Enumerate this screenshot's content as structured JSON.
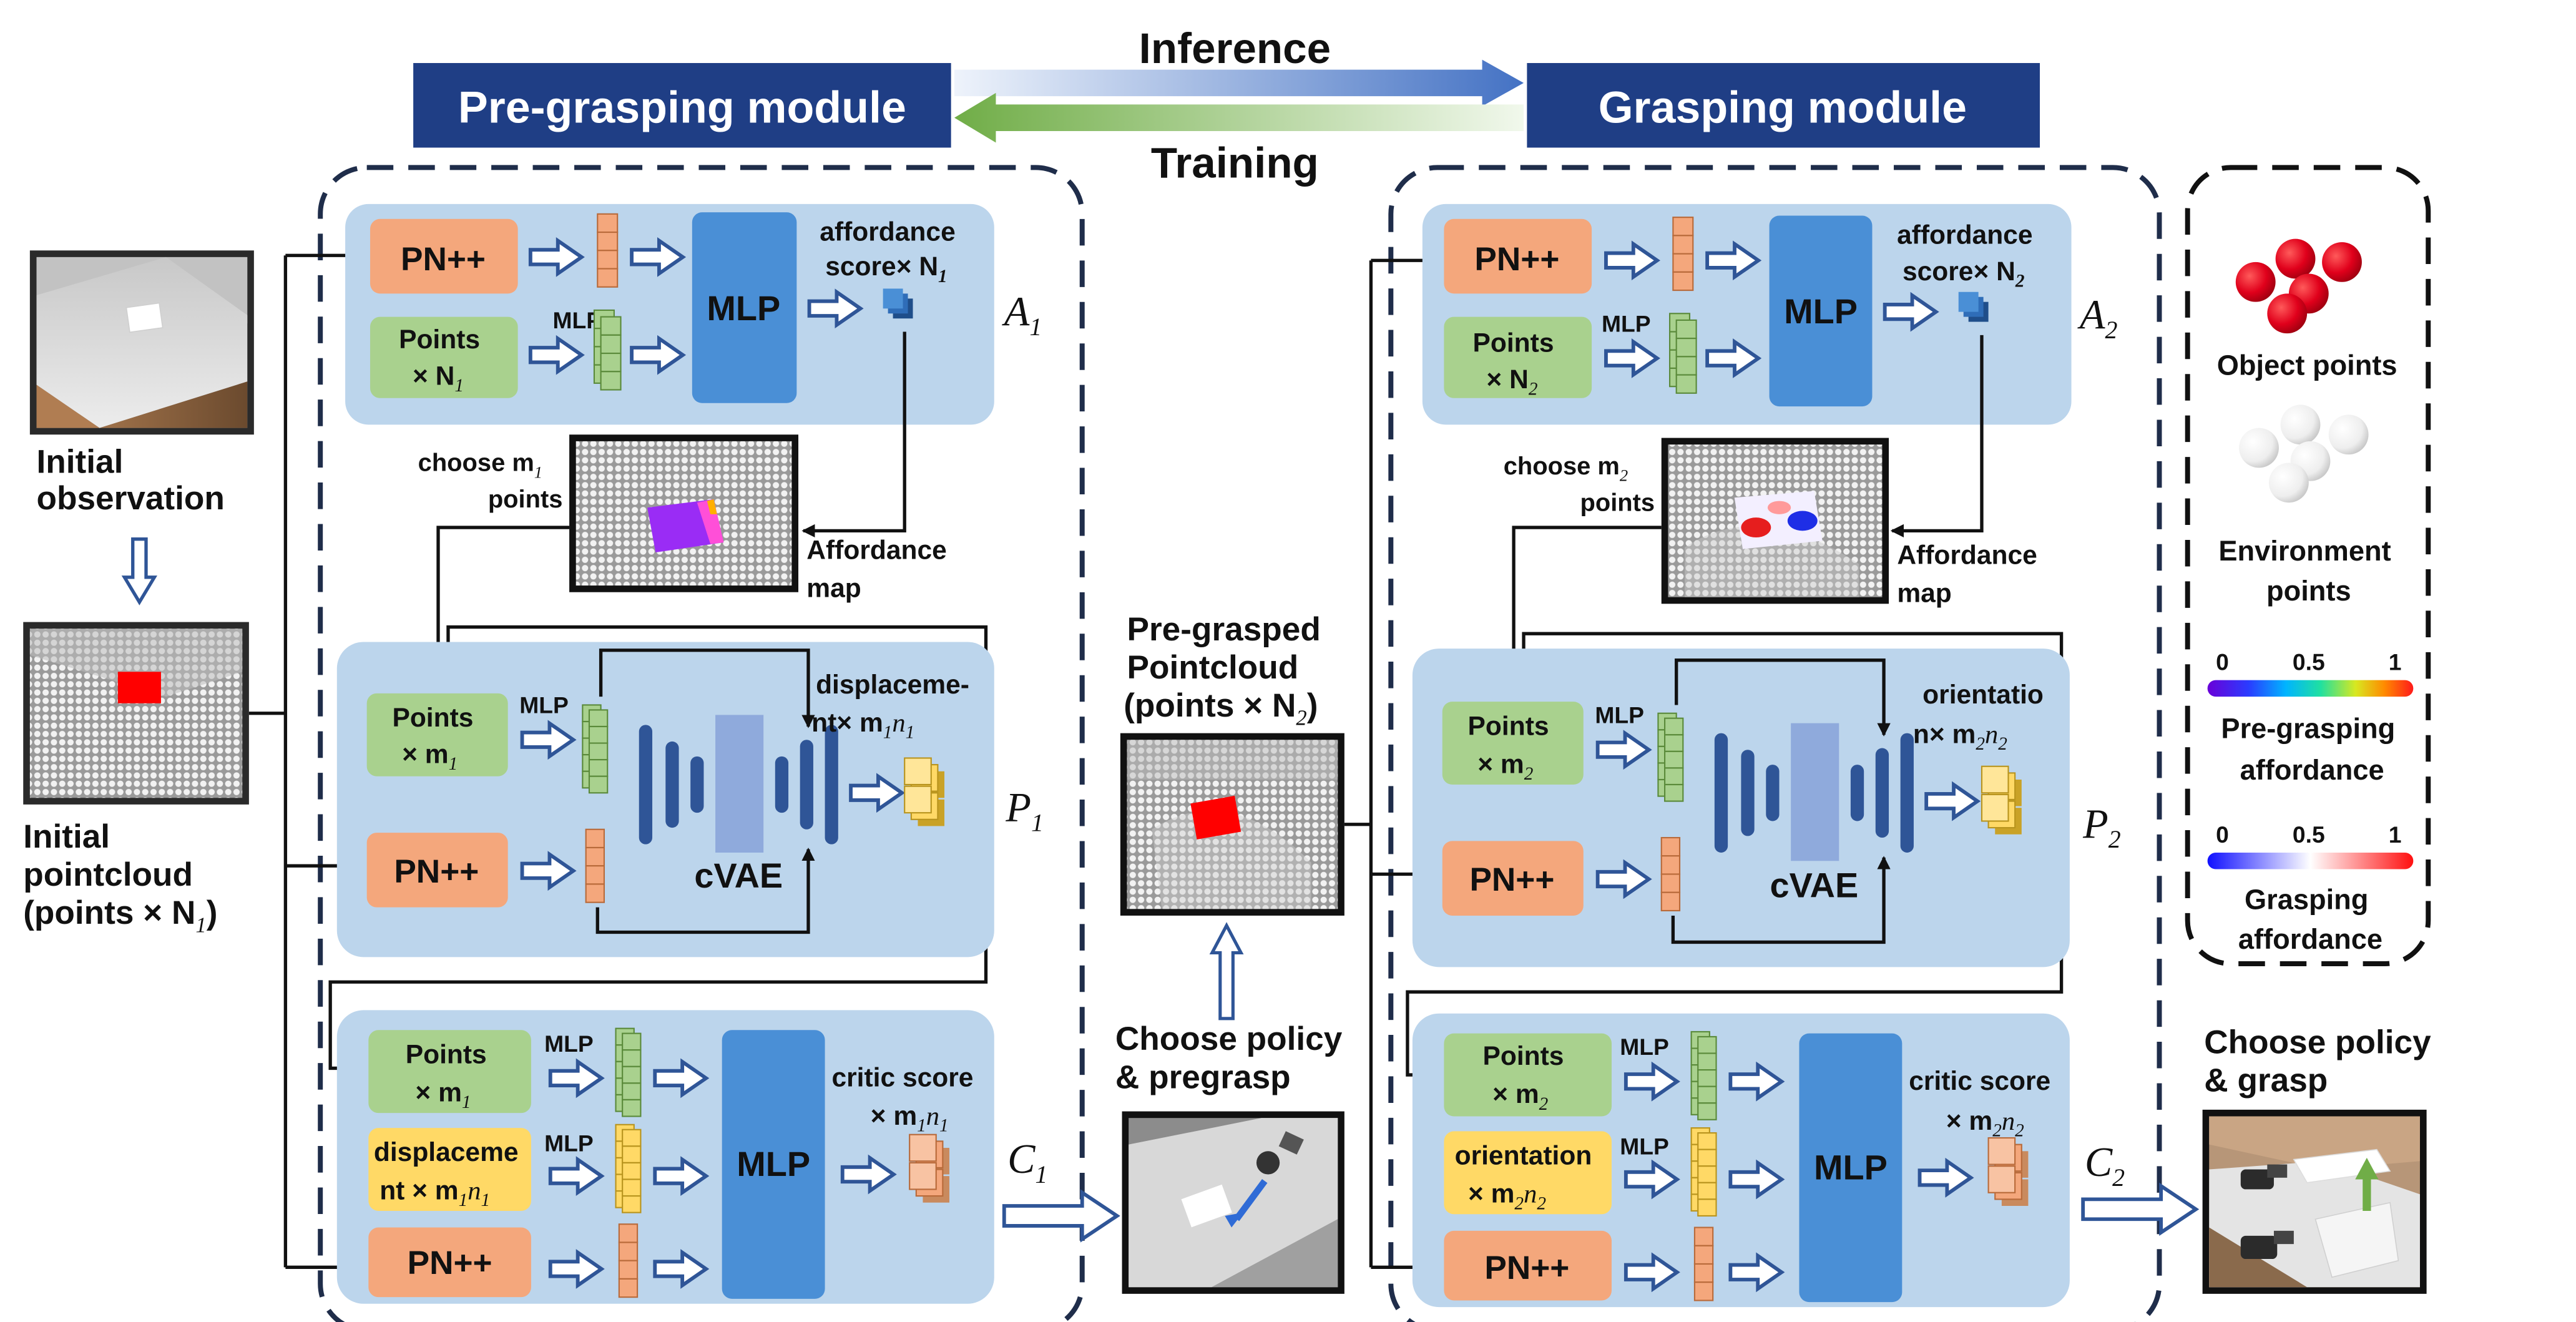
{
  "header": {
    "pre_module": "Pre-grasping module",
    "grasp_module": "Grasping module",
    "inference": "Inference",
    "training": "Training"
  },
  "left_column": {
    "initial_observation": [
      "Initial",
      "observation"
    ],
    "initial_pointcloud": [
      "Initial",
      "pointcloud",
      "(points × N",
      "1",
      ")"
    ]
  },
  "pre": {
    "a_module": {
      "pn": "PN++",
      "points": [
        "Points",
        "× N",
        "1"
      ],
      "mlp_label": "MLP",
      "mlp_block": "MLP",
      "output": [
        "affordance",
        "score× N",
        "1"
      ],
      "symbol": "A",
      "sub": "1"
    },
    "choose": [
      "choose m",
      "1",
      "points"
    ],
    "aff_map": [
      "Affordance",
      "map"
    ],
    "p_module": {
      "points": [
        "Points",
        "× m",
        "1"
      ],
      "mlp_label": "MLP",
      "pn": "PN++",
      "cvae": "cVAE",
      "output": [
        "displaceme-",
        "nt× m",
        "1",
        "n",
        "1"
      ],
      "symbol": "P",
      "sub": "1"
    },
    "c_module": {
      "points": [
        "Points",
        "× m",
        "1"
      ],
      "mlp1": "MLP",
      "disp": [
        "displaceme",
        "nt × m",
        "1",
        "n",
        "1"
      ],
      "mlp2": "MLP",
      "pn": "PN++",
      "mlp_block": "MLP",
      "output": [
        "critic score",
        "× m",
        "1",
        "n",
        "1"
      ],
      "symbol": "C",
      "sub": "1"
    }
  },
  "middle": {
    "pregrasped": [
      "Pre-grasped",
      "Pointcloud",
      "(points × N",
      "2",
      ")"
    ],
    "choose_policy": [
      "Choose policy",
      "& pregrasp"
    ]
  },
  "grasp": {
    "a_module": {
      "pn": "PN++",
      "points": [
        "Points",
        "× N",
        "2"
      ],
      "mlp_label": "MLP",
      "mlp_block": "MLP",
      "output": [
        "affordance",
        "score× N",
        "2"
      ],
      "symbol": "A",
      "sub": "2"
    },
    "choose": [
      "choose m",
      "2",
      "points"
    ],
    "aff_map": [
      "Affordance",
      "map"
    ],
    "p_module": {
      "points": [
        "Points",
        "× m",
        "2"
      ],
      "mlp_label": "MLP",
      "pn": "PN++",
      "cvae": "cVAE",
      "output": [
        "orientatio",
        "n× m",
        "2",
        "n",
        "2"
      ],
      "symbol": "P",
      "sub": "2"
    },
    "c_module": {
      "points": [
        "Points",
        "× m",
        "2"
      ],
      "mlp1": "MLP",
      "orient": [
        "orientation",
        "× m",
        "2",
        "n",
        "2"
      ],
      "mlp2": "MLP",
      "pn": "PN++",
      "mlp_block": "MLP",
      "output": [
        "critic score",
        "× m",
        "2",
        "n",
        "2"
      ],
      "symbol": "C",
      "sub": "2"
    },
    "choose_policy": [
      "Choose policy",
      "& grasp"
    ]
  },
  "legend": {
    "object_points": "Object points",
    "env_points": [
      "Environment",
      "points"
    ],
    "pre_scale": [
      "0",
      "0.5",
      "1"
    ],
    "pre_label": [
      "Pre-grasping",
      "affordance"
    ],
    "grasp_scale": [
      "0",
      "0.5",
      "1"
    ],
    "grasp_label": [
      "Grasping",
      "affordance"
    ]
  },
  "colors": {
    "header_blue": "#1f3e85",
    "panel": "#bcd5ec",
    "pn": "#f4a77c",
    "points": "#a9d18e",
    "yellow": "#ffd966",
    "mlp_block": "#4a8fd6",
    "arrow": "#2f5597",
    "cvae_bar": "#2f5597",
    "cvae_mid": "#8faadc",
    "object_red": "#e0001b",
    "green_arrow": "#70ad47"
  }
}
